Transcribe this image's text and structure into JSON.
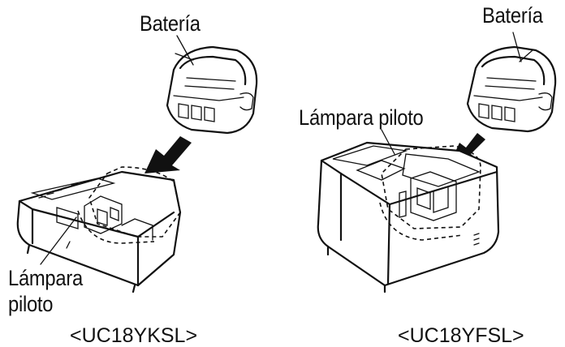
{
  "left": {
    "battery_label": "Batería",
    "lamp_label_line1": "Lámpara",
    "lamp_label_line2": "piloto",
    "model": "<UC18YKSL>"
  },
  "right": {
    "battery_label": "Batería",
    "lamp_label": "Lámpara piloto",
    "model": "<UC18YFSL>"
  }
}
